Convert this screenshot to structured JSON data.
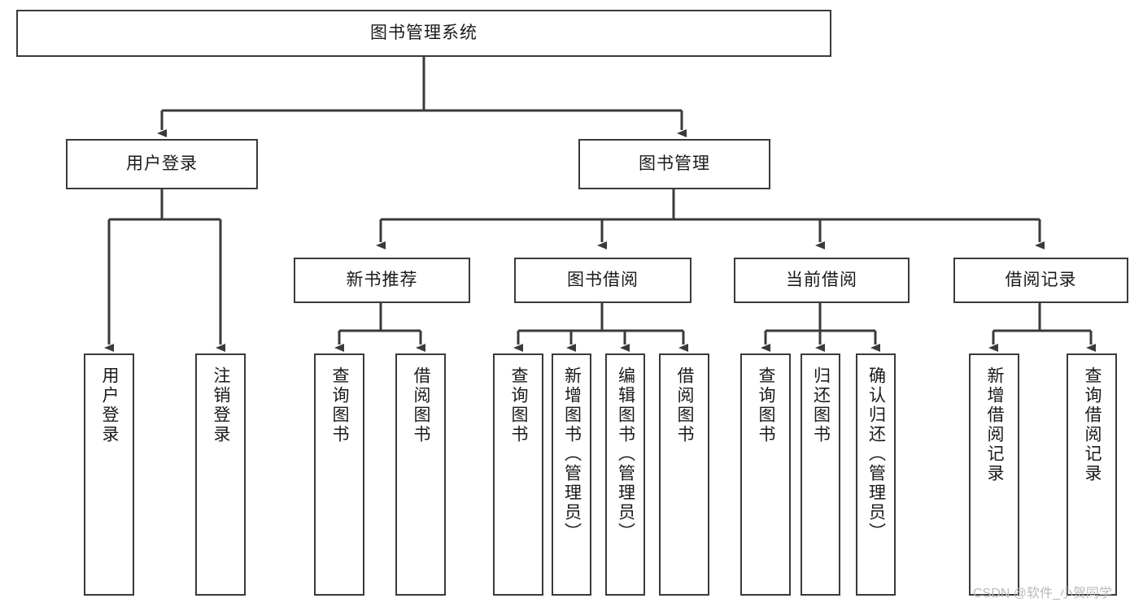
{
  "diagram": {
    "title": "图书管理系统",
    "type": "tree",
    "orientation": "top-down",
    "colors": {
      "box_border": "#3a3a3a",
      "box_fill": "#ffffff",
      "connector": "#3a3a3a",
      "text": "#1a1a1a",
      "watermark": "#b9b9b9",
      "background": "#ffffff"
    },
    "levels": [
      {
        "level": 1,
        "nodes": [
          {
            "id": "root",
            "label": "图书管理系统",
            "orientation": "horizontal"
          }
        ]
      },
      {
        "level": 2,
        "nodes": [
          {
            "id": "login",
            "label": "用户登录",
            "orientation": "horizontal",
            "parent": "root"
          },
          {
            "id": "bookmgmt",
            "label": "图书管理",
            "orientation": "horizontal",
            "parent": "root"
          }
        ]
      },
      {
        "level": 3,
        "nodes": [
          {
            "id": "newbook",
            "label": "新书推荐",
            "orientation": "horizontal",
            "parent": "bookmgmt"
          },
          {
            "id": "borrow",
            "label": "图书借阅",
            "orientation": "horizontal",
            "parent": "bookmgmt"
          },
          {
            "id": "current",
            "label": "当前借阅",
            "orientation": "horizontal",
            "parent": "bookmgmt"
          },
          {
            "id": "records",
            "label": "借阅记录",
            "orientation": "horizontal",
            "parent": "bookmgmt"
          }
        ]
      },
      {
        "level": 4,
        "nodes": [
          {
            "id": "leaf-user-login",
            "label": "用户登录",
            "orientation": "vertical",
            "parent": "login"
          },
          {
            "id": "leaf-user-logout",
            "label": "注销登录",
            "orientation": "vertical",
            "parent": "login"
          },
          {
            "id": "leaf-query-book-1",
            "label": "查询图书",
            "orientation": "vertical",
            "parent": "newbook"
          },
          {
            "id": "leaf-borrow-book-1",
            "label": "借阅图书",
            "orientation": "vertical",
            "parent": "newbook"
          },
          {
            "id": "leaf-query-book-2",
            "label": "查询图书",
            "orientation": "vertical",
            "parent": "borrow"
          },
          {
            "id": "leaf-add-book",
            "label": "新增图书（管理员）",
            "orientation": "vertical",
            "parent": "borrow"
          },
          {
            "id": "leaf-edit-book",
            "label": "编辑图书（管理员）",
            "orientation": "vertical",
            "parent": "borrow"
          },
          {
            "id": "leaf-borrow-book-2",
            "label": "借阅图书",
            "orientation": "vertical",
            "parent": "borrow"
          },
          {
            "id": "leaf-query-book-3",
            "label": "查询图书",
            "orientation": "vertical",
            "parent": "current"
          },
          {
            "id": "leaf-return-book",
            "label": "归还图书",
            "orientation": "vertical",
            "parent": "current"
          },
          {
            "id": "leaf-confirm-return",
            "label": "确认归还（管理员）",
            "orientation": "vertical",
            "parent": "current"
          },
          {
            "id": "leaf-add-record",
            "label": "新增借阅记录",
            "orientation": "vertical",
            "parent": "records"
          },
          {
            "id": "leaf-query-record",
            "label": "查询借阅记录",
            "orientation": "vertical",
            "parent": "records"
          }
        ]
      }
    ]
  },
  "watermark": {
    "text": "CSDN @软件_小贺同学"
  }
}
